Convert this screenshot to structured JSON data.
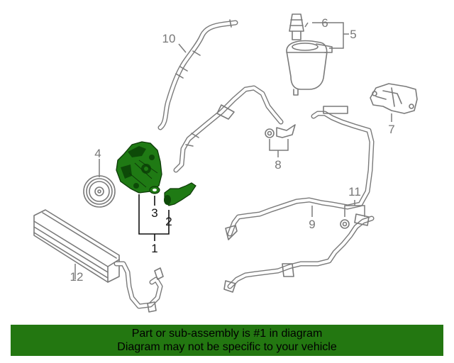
{
  "callouts": {
    "c1": "1",
    "c2": "2",
    "c3": "3",
    "c4": "4",
    "c5": "5",
    "c6": "6",
    "c7": "7",
    "c8": "8",
    "c9": "9",
    "c10": "10",
    "c11": "11",
    "c12": "12"
  },
  "banner": {
    "line1": "Part or sub-assembly is #1 in diagram",
    "line2": "Diagram may not be specific to your vehicle"
  },
  "colors": {
    "highlight": "#1f7a14",
    "banner_bg": "#237711",
    "line_art": "#7a7a7a"
  }
}
